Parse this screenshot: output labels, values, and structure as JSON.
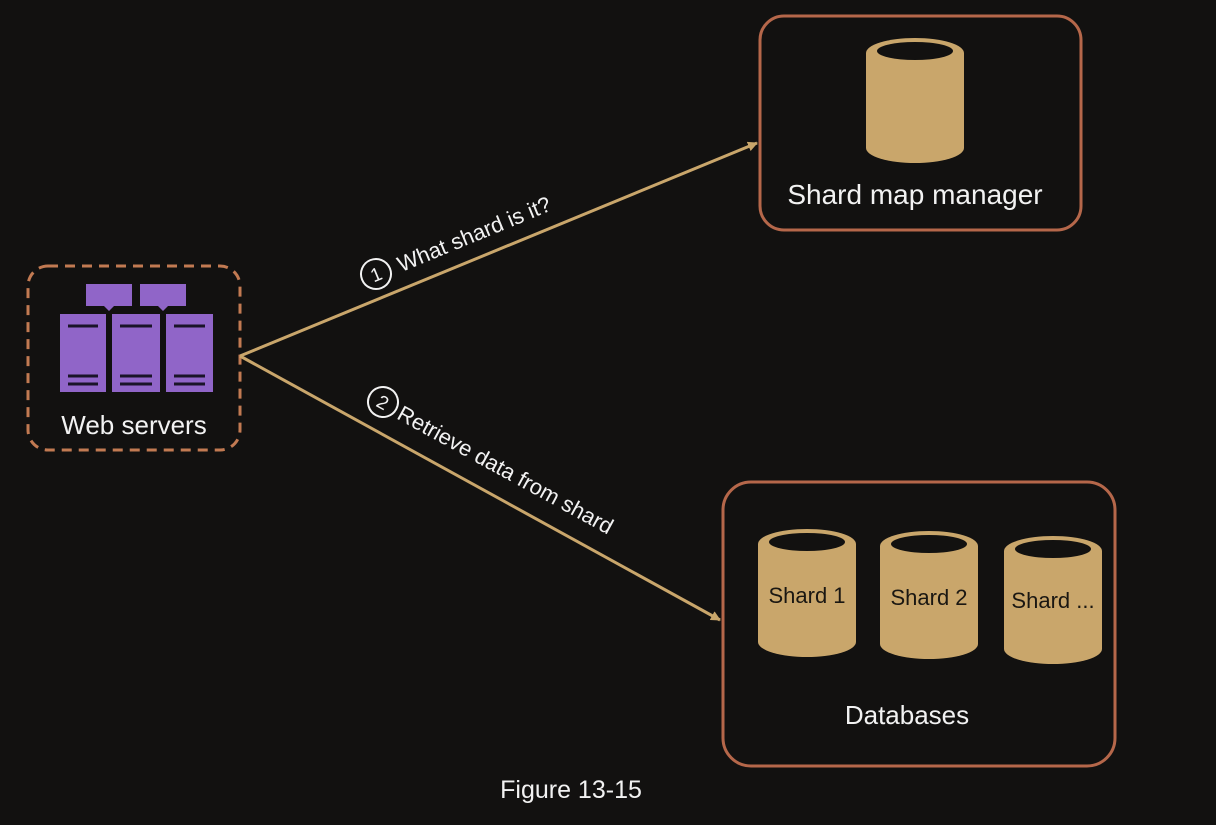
{
  "web_servers": {
    "label": "Web servers"
  },
  "shard_map_manager": {
    "label": "Shard map manager"
  },
  "databases": {
    "label": "Databases",
    "shards": [
      "Shard 1",
      "Shard 2",
      "Shard ..."
    ]
  },
  "steps": [
    {
      "number": "1",
      "label": "What shard is it?"
    },
    {
      "number": "2",
      "label": "Retrieve data from shard"
    }
  ],
  "caption": "Figure 13-15",
  "colors": {
    "background": "#121110",
    "accent": "#c9a66b",
    "box_border": "#b5674a",
    "web_border": "#c27a52",
    "server": "#9065c8",
    "text": "#f2f2f2"
  },
  "icons": {
    "web_servers": "server-rack-icon",
    "database": "database-cylinder-icon"
  }
}
